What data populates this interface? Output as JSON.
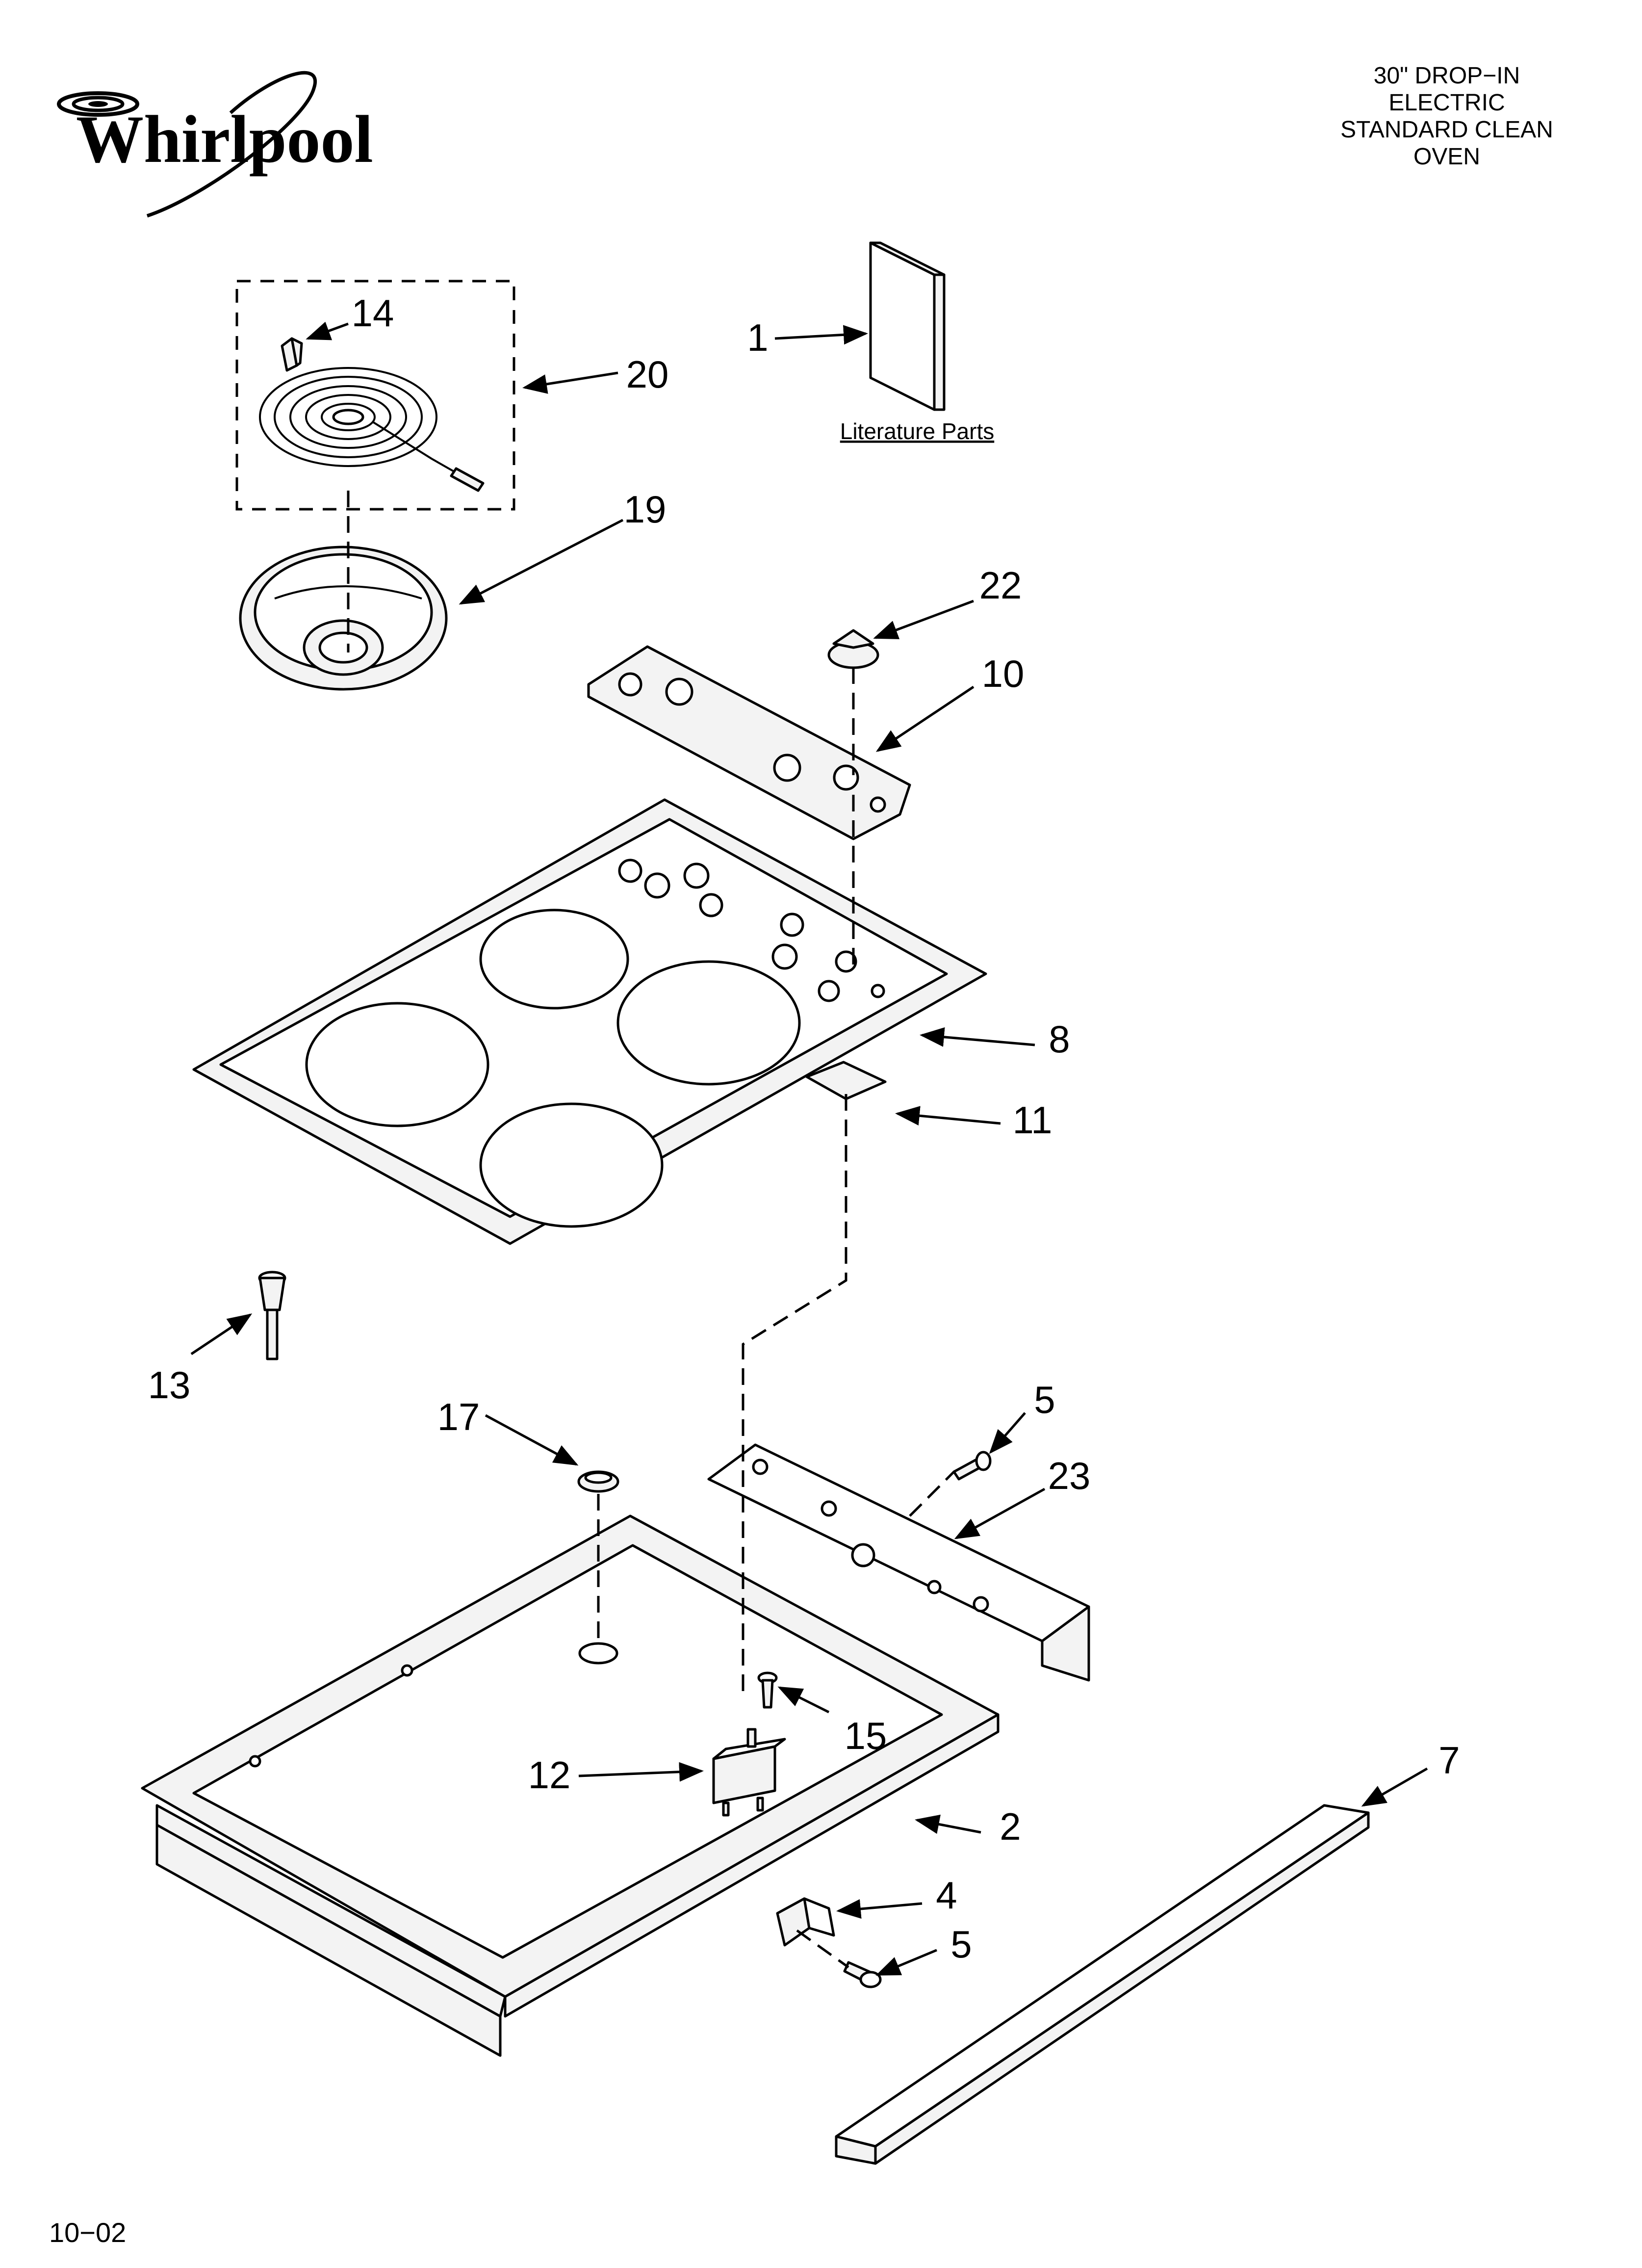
{
  "brand": "Whirlpool",
  "header": {
    "lines": [
      "30\" DROP−IN",
      "ELECTRIC",
      "STANDARD CLEAN",
      "OVEN"
    ]
  },
  "literature_label": "Literature Parts",
  "callouts": [
    "1",
    "2",
    "4",
    "5",
    "5",
    "7",
    "8",
    "10",
    "11",
    "12",
    "13",
    "14",
    "15",
    "17",
    "19",
    "20",
    "22",
    "23"
  ],
  "footer_code": "10−02",
  "colors": {
    "ink": "#000000",
    "paper": "#ffffff"
  }
}
